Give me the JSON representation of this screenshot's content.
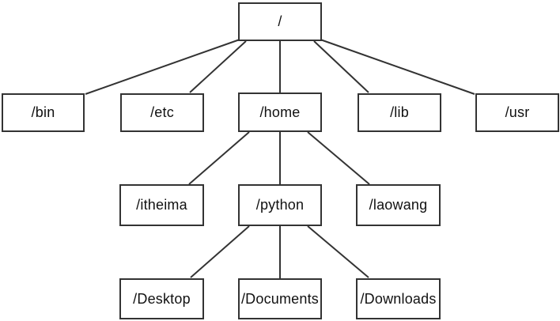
{
  "diagram": {
    "type": "tree",
    "description": "Linux filesystem directory tree",
    "background_color": "#ffffff",
    "line_color": "#333333",
    "text_color": "#111111"
  },
  "nodes": [
    {
      "id": "root",
      "label": "/",
      "level": 0
    },
    {
      "id": "bin",
      "label": "/bin",
      "level": 1
    },
    {
      "id": "etc",
      "label": "/etc",
      "level": 1
    },
    {
      "id": "home",
      "label": "/home",
      "level": 1
    },
    {
      "id": "lib",
      "label": "/lib",
      "level": 1
    },
    {
      "id": "usr",
      "label": "/usr",
      "level": 1
    },
    {
      "id": "itheima",
      "label": "/itheima",
      "level": 2
    },
    {
      "id": "python",
      "label": "/python",
      "level": 2
    },
    {
      "id": "laowang",
      "label": "/laowang",
      "level": 2
    },
    {
      "id": "desktop",
      "label": "/Desktop",
      "level": 3
    },
    {
      "id": "documents",
      "label": "/Documents",
      "level": 3
    },
    {
      "id": "downloads",
      "label": "/Downloads",
      "level": 3
    }
  ],
  "edges": [
    {
      "from": "/",
      "to": "/bin"
    },
    {
      "from": "/",
      "to": "/etc"
    },
    {
      "from": "/",
      "to": "/home"
    },
    {
      "from": "/",
      "to": "/lib"
    },
    {
      "from": "/",
      "to": "/usr"
    },
    {
      "from": "/home",
      "to": "/itheima"
    },
    {
      "from": "/home",
      "to": "/python"
    },
    {
      "from": "/home",
      "to": "/laowang"
    },
    {
      "from": "/python",
      "to": "/Desktop"
    },
    {
      "from": "/python",
      "to": "/Documents"
    },
    {
      "from": "/python",
      "to": "/Downloads"
    }
  ]
}
